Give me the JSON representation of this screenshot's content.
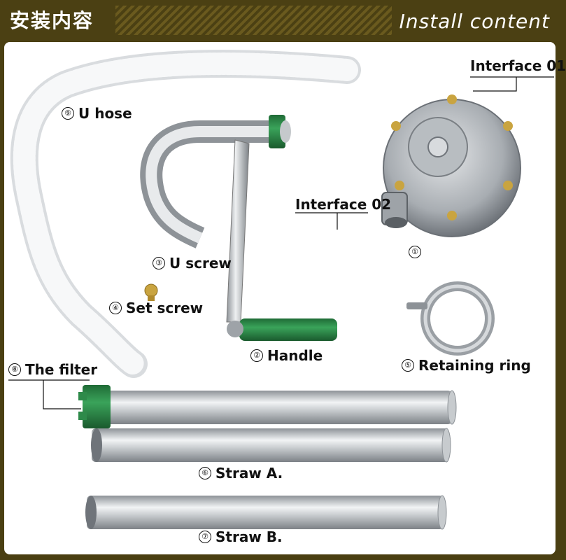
{
  "header": {
    "title_cn": "安装内容",
    "title_en": "Install content"
  },
  "labels": {
    "interface_01": "Interface 01",
    "interface_02": "Interface 02",
    "part1_num": "①",
    "u_hose_num": "⑨",
    "u_hose": "U hose",
    "u_screw_num": "③",
    "u_screw": "U screw",
    "set_screw_num": "④",
    "set_screw": "Set screw",
    "handle_num": "②",
    "handle": "Handle",
    "retaining_ring_num": "⑤",
    "retaining_ring": "Retaining ring",
    "filter_num": "⑧",
    "filter": "The filter",
    "straw_a_num": "⑥",
    "straw_a": "Straw A.",
    "straw_b_num": "⑦",
    "straw_b": "Straw B."
  },
  "colors": {
    "header_bg": "#4b4013",
    "panel_bg": "#ffffff",
    "green": "#2e8a4a",
    "steel": "#b8bcc0"
  }
}
